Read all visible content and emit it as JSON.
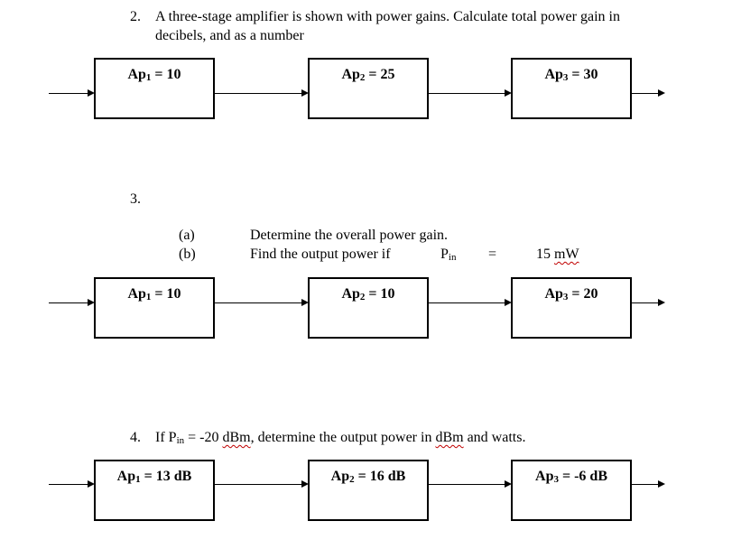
{
  "q2": {
    "number": "2.",
    "line1": "A three-stage amplifier is shown with power gains. Calculate total power gain in",
    "line2": "decibels, and as a number",
    "stages": [
      {
        "label": "Ap",
        "sub": "1",
        "value": " = 10"
      },
      {
        "label": "Ap",
        "sub": "2",
        "value": " = 25"
      },
      {
        "label": "Ap",
        "sub": "3",
        "value": " = 30"
      }
    ]
  },
  "q3": {
    "number": "3.",
    "a_marker": "(a)",
    "a_text": "Determine the overall power gain.",
    "b_marker": "(b)",
    "b_text": "Find the output power if",
    "pin_label": "P",
    "pin_sub": "in",
    "equals": "=",
    "pin_value": "15 ",
    "pin_unit": "mW",
    "stages": [
      {
        "label": "Ap",
        "sub": "1",
        "value": " = 10"
      },
      {
        "label": "Ap",
        "sub": "2",
        "value": " = 10"
      },
      {
        "label": "Ap",
        "sub": "3",
        "value": " = 20"
      }
    ]
  },
  "q4": {
    "number": "4.",
    "text_if": "If P",
    "text_sub": "in",
    "text_eq": " = -20 ",
    "text_dbm": "dBm",
    "text_mid": ", determine the output power in ",
    "text_dbm2": "dBm",
    "text_end": " and watts.",
    "stages": [
      {
        "label": "Ap",
        "sub": "1",
        "value": " = 13 dB"
      },
      {
        "label": "Ap",
        "sub": "2",
        "value": " = 16 dB"
      },
      {
        "label": "Ap",
        "sub": "3",
        "value": " = -6 dB"
      }
    ]
  }
}
